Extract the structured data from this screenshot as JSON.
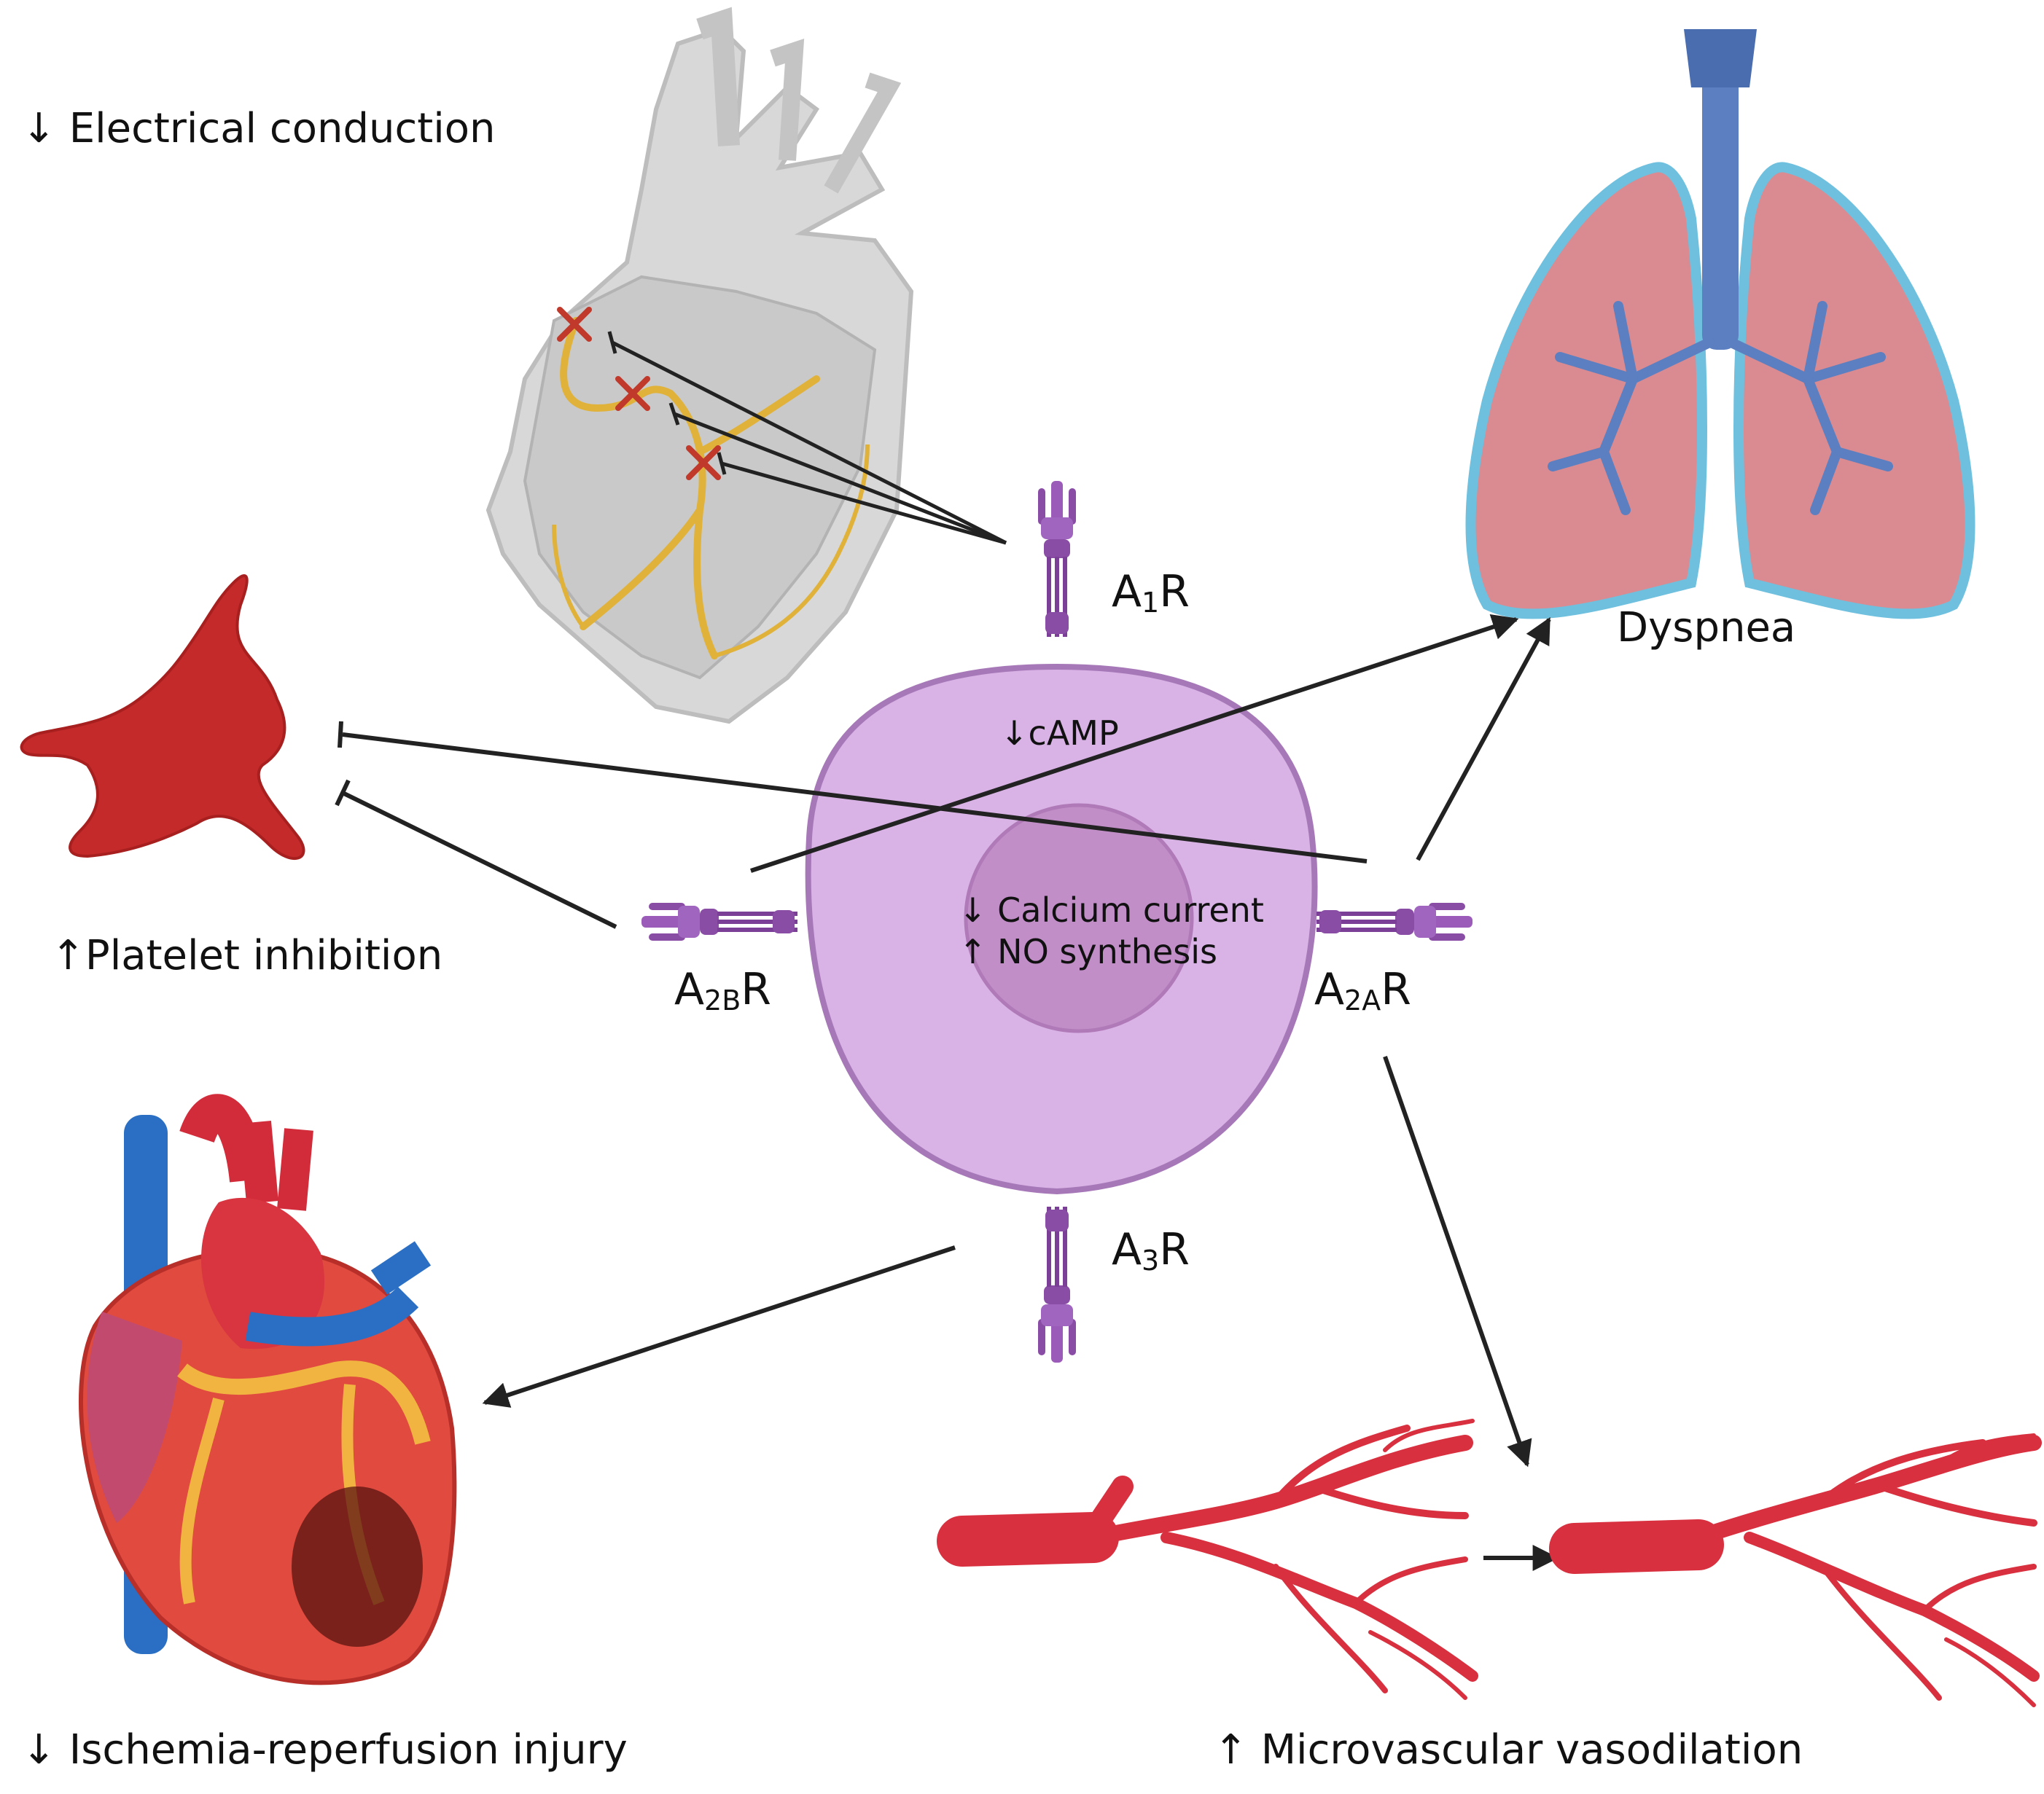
{
  "labels": {
    "electrical": "↓ Electrical conduction",
    "platelet": "↑Platelet inhibition",
    "ischemia": "↓ Ischemia-reperfusion injury",
    "vasodilation": "↑ Microvascular vasodilation",
    "dyspnea": "Dyspnea",
    "camp": "↓cAMP",
    "calcium": "↓ Calcium current",
    "no_synthesis": "↑ NO synthesis"
  },
  "receptors": {
    "a1": {
      "base": "A",
      "sub": "1",
      "tail": "R"
    },
    "a2a": {
      "base": "A",
      "sub": "2A",
      "tail": "R"
    },
    "a2b": {
      "base": "A",
      "sub": "2B",
      "tail": "R"
    },
    "a3": {
      "base": "A",
      "sub": "3",
      "tail": "R"
    }
  },
  "colors": {
    "cell": "#d9b3e6",
    "cell_border": "#a678b8",
    "nucleus": "#c18ec8",
    "receptor": "#8a4da6",
    "platelet": "#c42a2a",
    "lung": "#d98b91",
    "lung_border": "#6ec0de",
    "trachea": "#5b7fc0",
    "vessel": "#d8303f",
    "artery": "#d22c3a",
    "vein": "#2a6fc4",
    "conduction": "#e0b23a"
  }
}
